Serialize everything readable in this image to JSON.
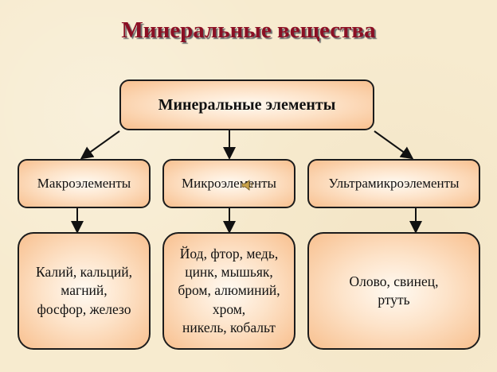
{
  "title": "Минеральные вещества",
  "root": "Минеральные элементы",
  "categories": [
    {
      "label": "Макроэлементы",
      "items": [
        "Калий, кальций,",
        "магний,",
        "фосфор, железо"
      ]
    },
    {
      "label": "Микроэлементы",
      "items": [
        "Йод, фтор, медь,",
        "цинк, мышьяк,",
        "бром, алюминий,",
        "хром,",
        "никель, кобальт"
      ]
    },
    {
      "label": "Ультрамикроэлементы",
      "items": [
        "Олово, свинец,",
        "ртуть"
      ]
    }
  ],
  "colors": {
    "title": "#8b0f24",
    "box_fill": "#f8c08f",
    "border": "#1c1c1c"
  },
  "icons": [
    "speaker-icon"
  ]
}
